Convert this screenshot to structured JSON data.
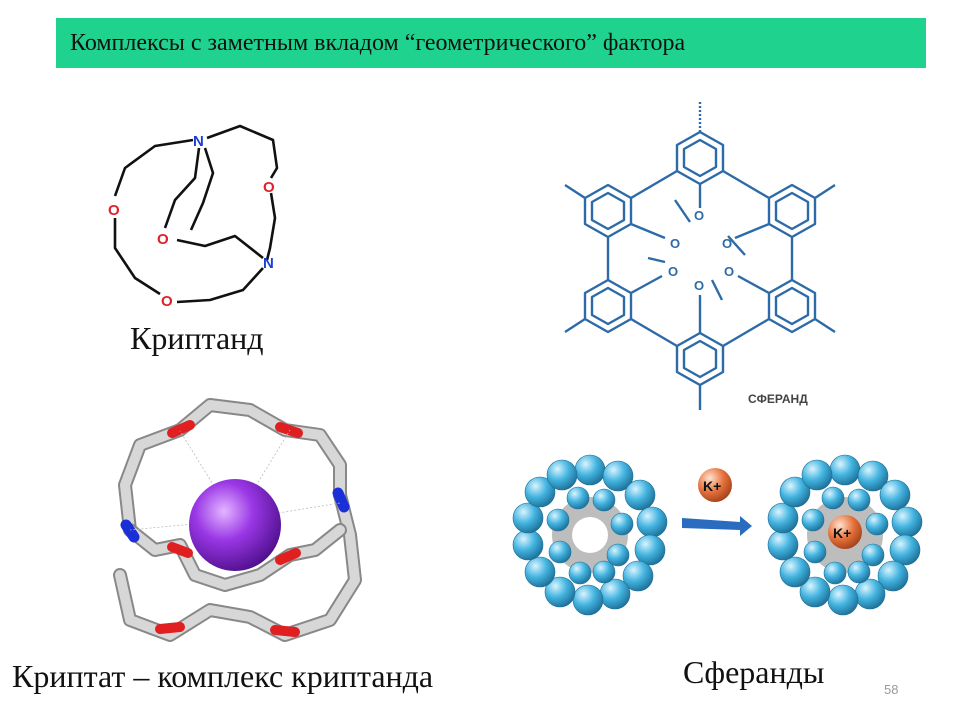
{
  "title": "Комплексы с заметным вкладом “геометрического” фактора",
  "captions": {
    "kriptand": "Криптанд",
    "kriptat": "Криптат – комплекс криптанда",
    "sferandy": "Сферанды"
  },
  "cryptand_atoms": {
    "n_top": "N",
    "n_bottom": "N",
    "o1": "O",
    "o2": "O",
    "o3": "O",
    "o4": "O"
  },
  "spherand": {
    "label": "СФЕРАНД",
    "oxygen": "O"
  },
  "complexation": {
    "free_ion": "K+",
    "bound_ion": "K+"
  },
  "page_number": "58",
  "colors": {
    "title_bg": "#1fd38f",
    "nitrogen": "#1a3fd1",
    "oxygen": "#e0202a",
    "spherand": "#2d6aa8",
    "potassium_sphere": "#8a2be2",
    "ion_ball": "#e5703a",
    "bead": "#43b4e0"
  }
}
